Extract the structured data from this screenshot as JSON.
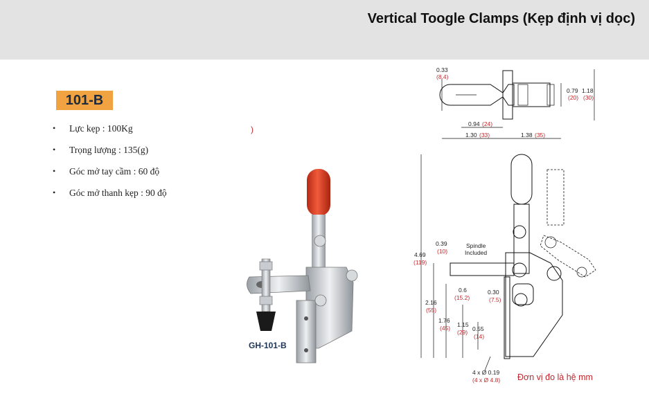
{
  "header": {
    "title": "Vertical Toogle Clamps (Kẹp định vị dọc)"
  },
  "model": {
    "code": "101-B"
  },
  "specs": [
    {
      "bullet": "•",
      "text": "Lực kẹp : 100Kg"
    },
    {
      "bullet": "•",
      "text": "Trọng lượng : 135(g)"
    },
    {
      "bullet": "•",
      "text": "Góc mở tay cầm : 60 độ"
    },
    {
      "bullet": "•",
      "text": "Góc mở thanh kẹp : 90 độ"
    }
  ],
  "stray_char": ")",
  "product": {
    "label": "GH-101-B"
  },
  "drawing": {
    "top_view": {
      "d1_in": "0.33",
      "d1_mm": "(8.4)",
      "d2_in": "0.79",
      "d2_mm": "(20)",
      "d3_in": "1.18",
      "d3_mm": "(30)",
      "d4_in": "0.94",
      "d4_mm": "(24)",
      "d5_in": "1.30",
      "d5_mm": "(33)",
      "d6_in": "1.38",
      "d6_mm": "(35)"
    },
    "side_view": {
      "h1_in": "4.69",
      "h1_mm": "(119)",
      "h2_in": "2.16",
      "h2_mm": "(55)",
      "h3_in": "1.76",
      "h3_mm": "(45)",
      "h4_in": "1.15",
      "h4_mm": "(29)",
      "h5_in": "0.55",
      "h5_mm": "(14)",
      "s1_in": "0.39",
      "s1_mm": "(10)",
      "s2_in": "0.6",
      "s2_mm": "(15.2)",
      "s3_in": "0.30",
      "s3_mm": "(7.5)",
      "spindle_1": "Spindle",
      "spindle_2": "Included",
      "hole_in": "4 x Ø 0.19",
      "hole_mm": "(4 x Ø 4.8)"
    }
  },
  "unit_note": "Đơn vị đo là hệ mm",
  "colors": {
    "header_bg": "#e3e3e3",
    "badge": "#f2a341",
    "handle_red": "#d23a1f",
    "dim_red": "#c0282d"
  }
}
